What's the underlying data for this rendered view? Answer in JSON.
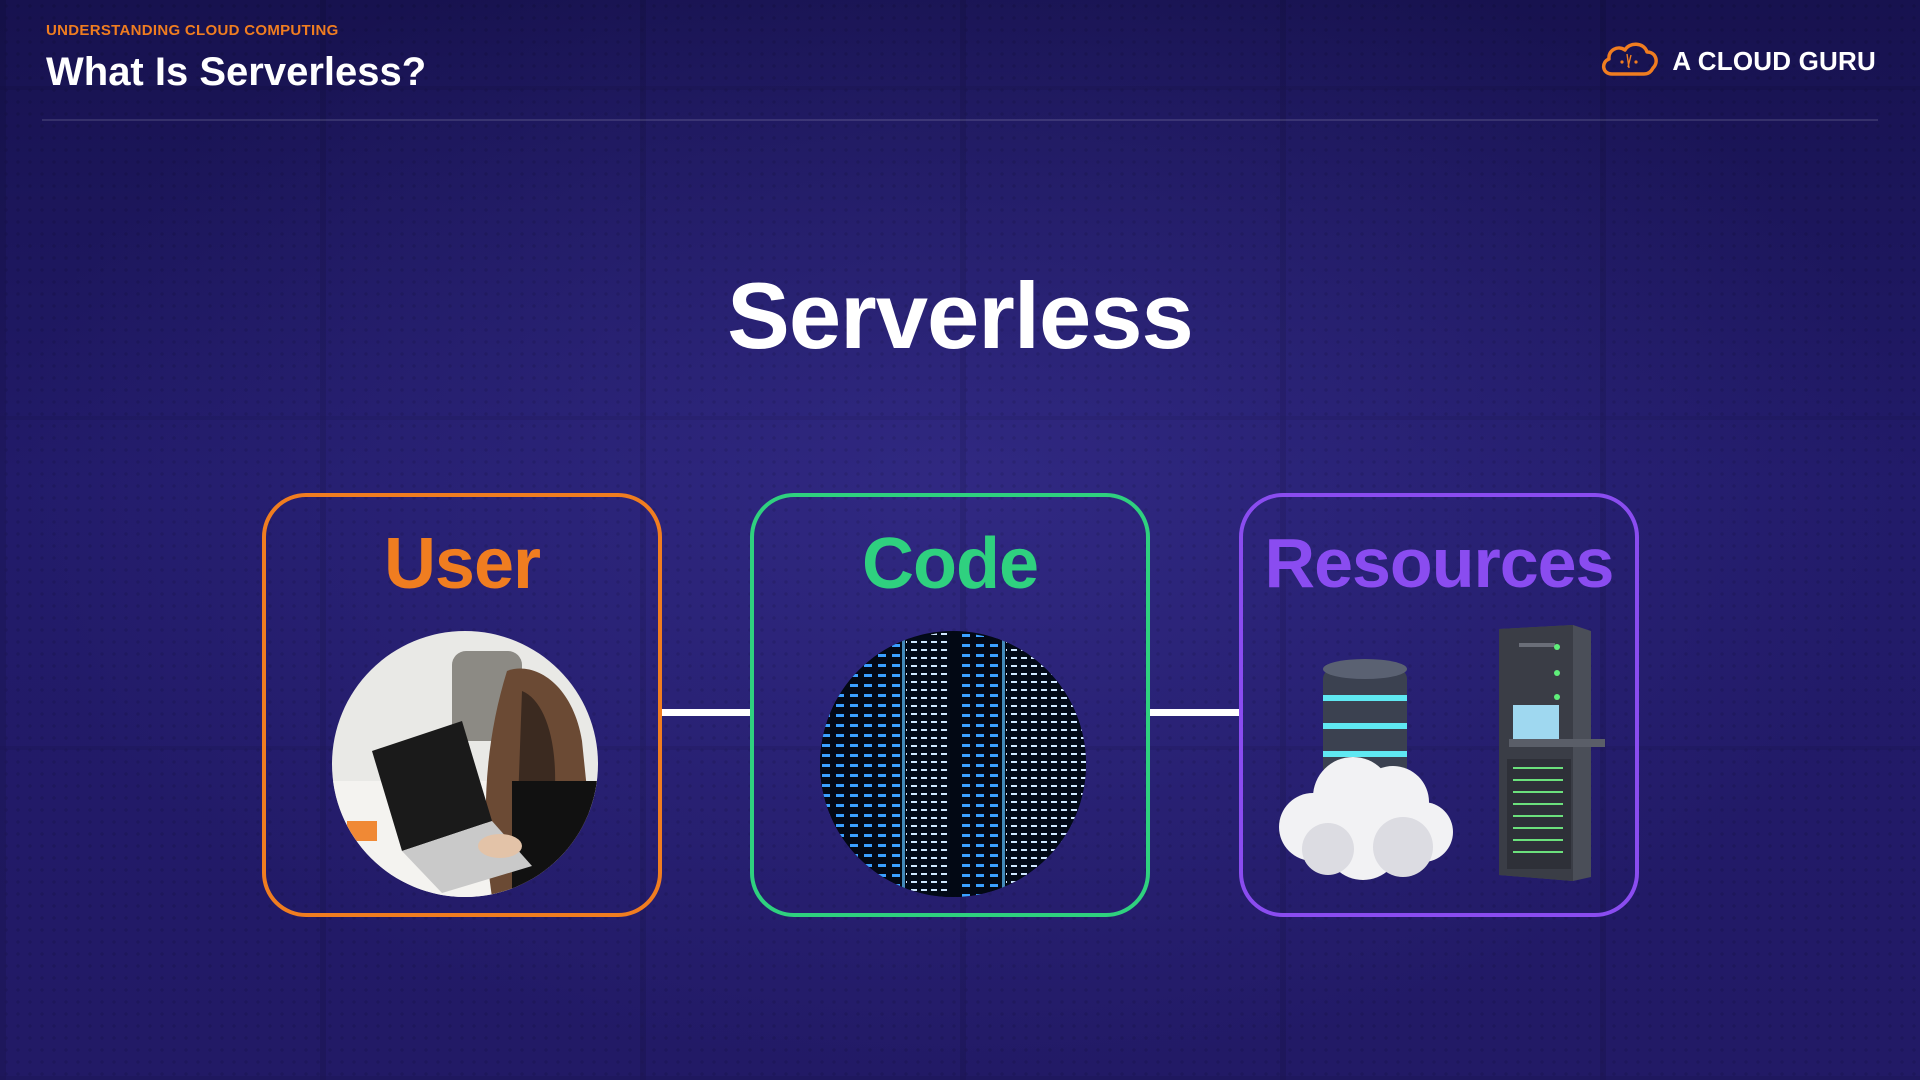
{
  "header": {
    "kicker": "UNDERSTANDING CLOUD COMPUTING",
    "title": "What Is Serverless?"
  },
  "brand": {
    "name": "A CLOUD GURU",
    "logo_icon": "cloud-logo-icon"
  },
  "main": {
    "title": "Serverless"
  },
  "cards": [
    {
      "label": "User",
      "color": "#f07d20",
      "image": "person-with-laptop-photo"
    },
    {
      "label": "Code",
      "color": "#2fd17f",
      "image": "data-stream-photo"
    },
    {
      "label": "Resources",
      "color": "#8a4cf0",
      "image": "cloud-database-and-server-rack-illustration"
    }
  ],
  "colors": {
    "background": "#1e1860",
    "accent_orange": "#f07d20",
    "accent_green": "#2fd17f",
    "accent_purple": "#8a4cf0"
  }
}
